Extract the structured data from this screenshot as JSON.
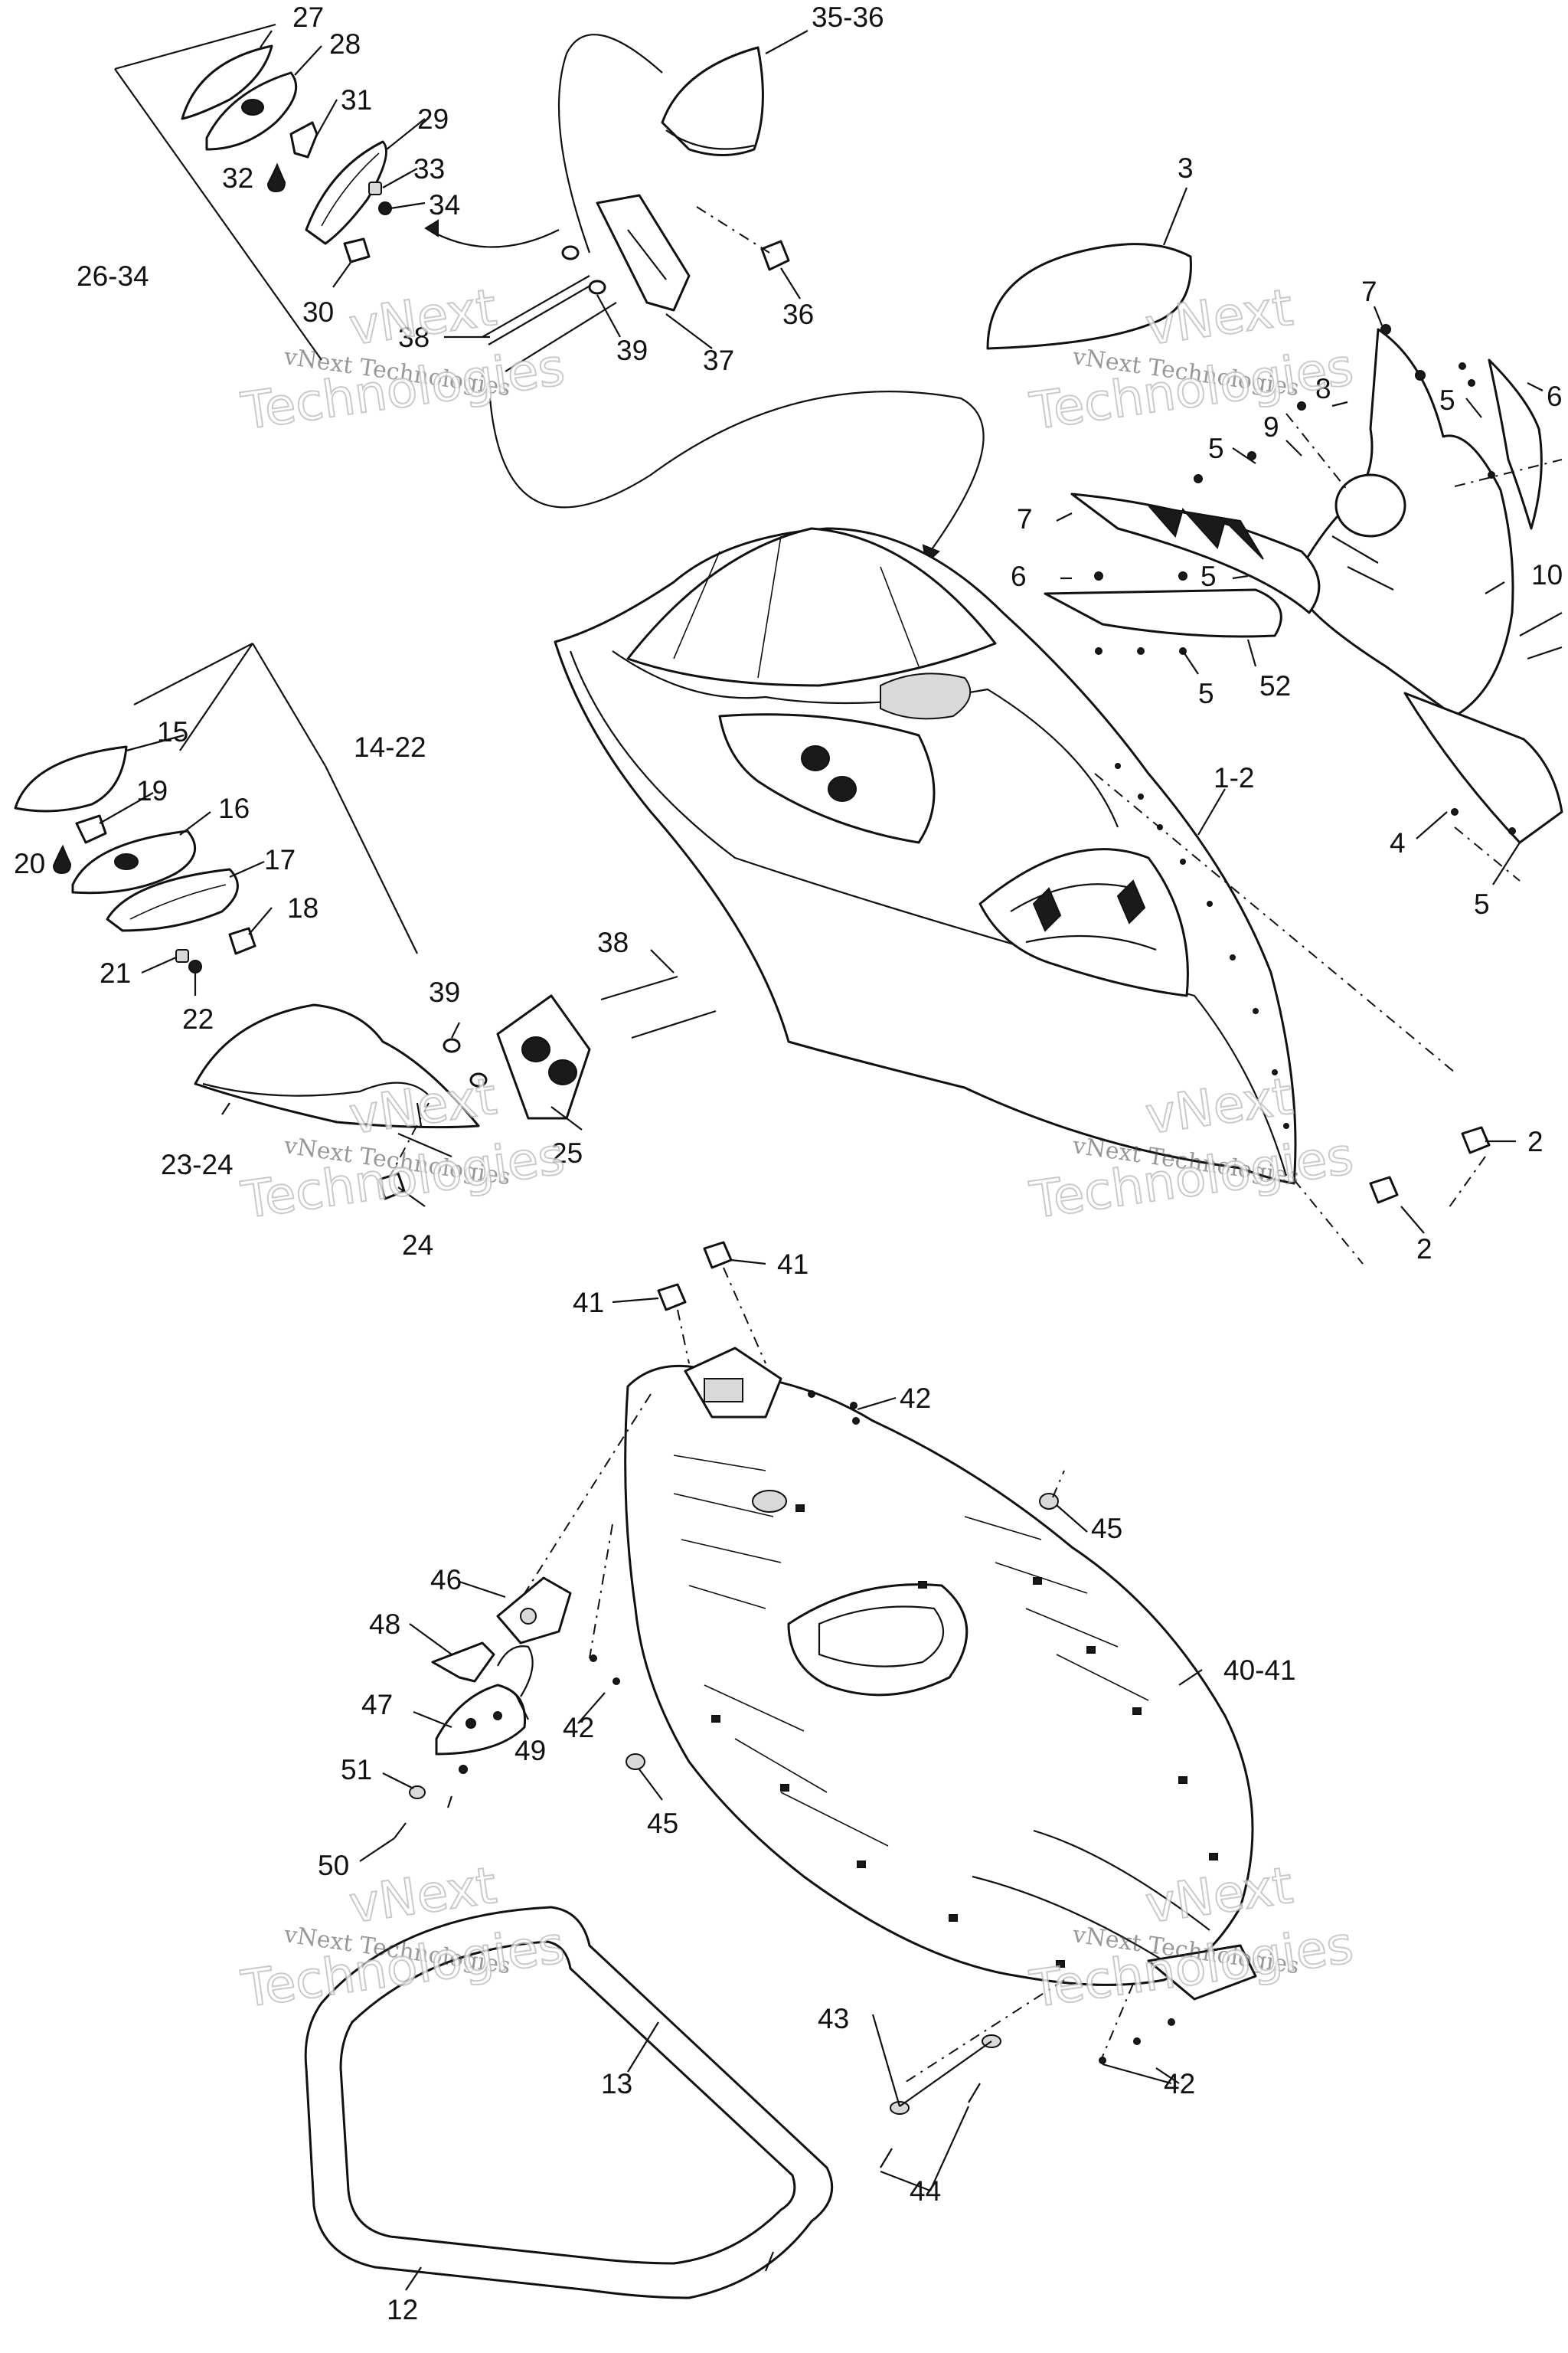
{
  "labels": {
    "l_27": "27",
    "l_28": "28",
    "l_31": "31",
    "l_29": "29",
    "l_32": "32",
    "l_33": "33",
    "l_34": "34",
    "l_26_34": "26-34",
    "l_30": "30",
    "l_38a": "38",
    "l_39a": "39",
    "l_37": "37",
    "l_36": "36",
    "l_35_36": "35-36",
    "l_3": "3",
    "l_7a": "7",
    "l_8": "8",
    "l_5a": "5",
    "l_6a": "6",
    "l_9": "9",
    "l_5b": "5",
    "l_7b": "7",
    "l_6b": "6",
    "l_5c": "5",
    "l_10": "10",
    "l_5d": "5",
    "l_52": "52",
    "l_1_2": "1-2",
    "l_4": "4",
    "l_5e": "5",
    "l_15": "15",
    "l_14_22": "14-22",
    "l_19": "19",
    "l_16": "16",
    "l_20": "20",
    "l_17": "17",
    "l_18": "18",
    "l_21": "21",
    "l_22": "22",
    "l_38b": "38",
    "l_39b": "39",
    "l_25": "25",
    "l_23_24": "23-24",
    "l_24": "24",
    "l_2a": "2",
    "l_2b": "2",
    "l_41a": "41",
    "l_41b": "41",
    "l_42a": "42",
    "l_45a": "45",
    "l_46": "46",
    "l_48": "48",
    "l_40_41": "40-41",
    "l_47": "47",
    "l_42b": "42",
    "l_49": "49",
    "l_51": "51",
    "l_45b": "45",
    "l_50": "50",
    "l_13": "13",
    "l_43": "43",
    "l_42c": "42",
    "l_44": "44",
    "l_12": "12"
  },
  "watermarks": {
    "brand_line": "vNext Technologies",
    "brand_top": "vNext",
    "brand_bottom": "Technologies"
  }
}
